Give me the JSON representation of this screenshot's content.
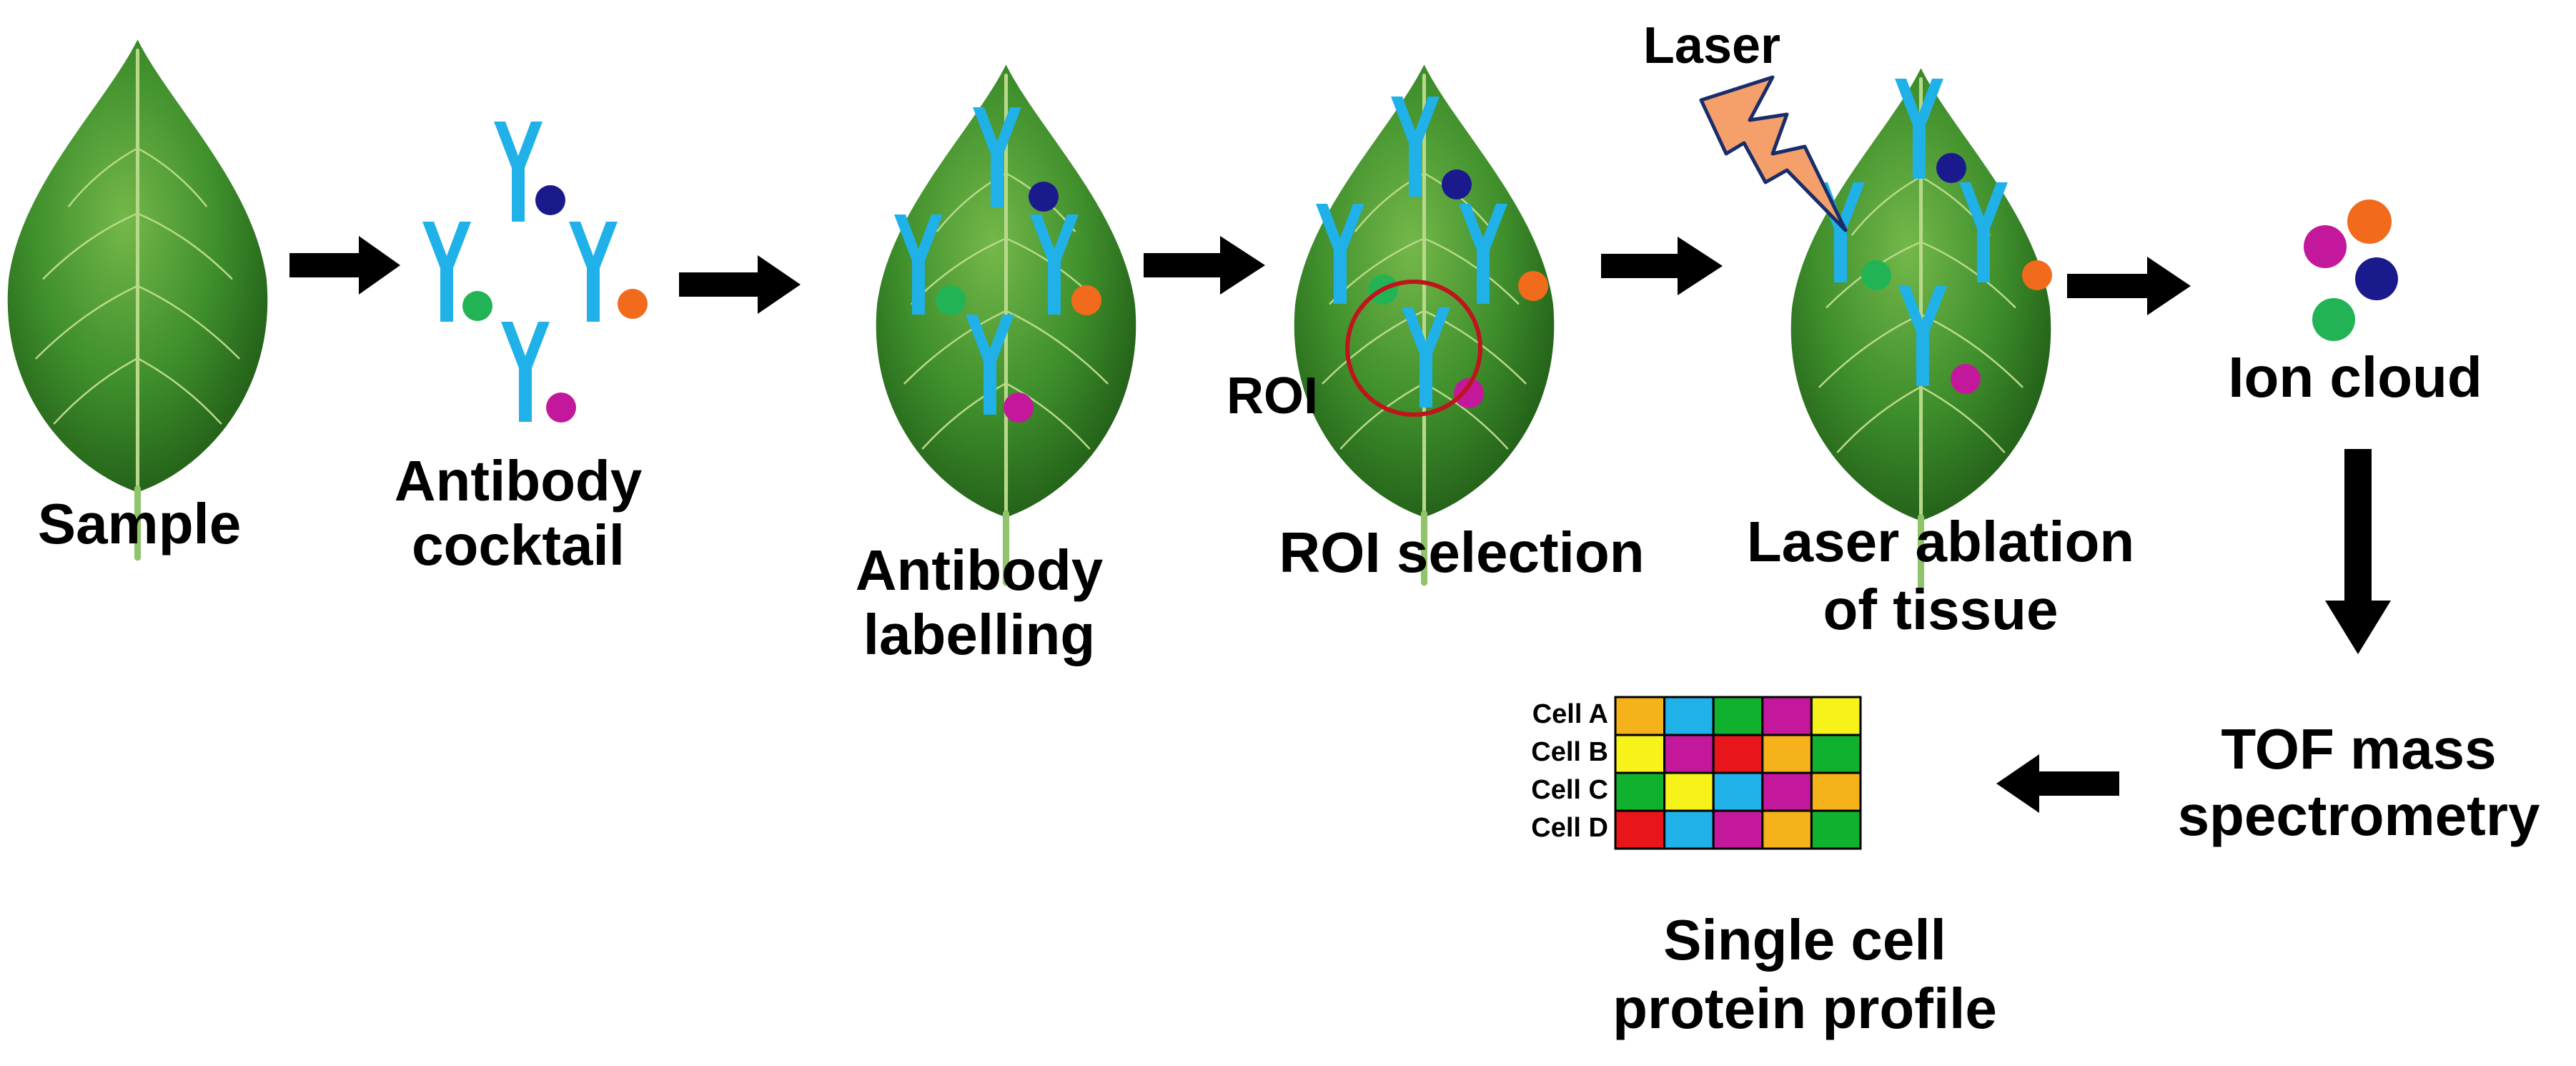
{
  "steps": {
    "sample": "Sample",
    "cocktail_line1": "Antibody",
    "cocktail_line2": "cocktail",
    "labelling_line1": "Antibody",
    "labelling_line2": "labelling",
    "roi_selection": "ROI selection",
    "ablation_line1": "Laser ablation",
    "ablation_line2": "of tissue",
    "ion_cloud": "Ion cloud",
    "tof_line1": "TOF mass",
    "tof_line2": "spectrometry",
    "profile_line1": "Single cell",
    "profile_line2": "protein profile"
  },
  "annotations": {
    "roi": "ROI",
    "laser": "Laser"
  },
  "colors": {
    "antibody": "#1fb1e8",
    "dark_blue": "#1a1a8c",
    "green": "#22b454",
    "orange": "#f26b1d",
    "magenta": "#c4189c",
    "leaf": "#3a8a2a",
    "roi_circle": "#c0141c",
    "laser_bolt": "#f5a06a"
  },
  "heatmap": {
    "rows": [
      "Cell A",
      "Cell B",
      "Cell C",
      "Cell D"
    ],
    "cells": [
      [
        "#f5b21b",
        "#1fb1e8",
        "#10b12e",
        "#c4189c",
        "#f6f21a"
      ],
      [
        "#f6f21a",
        "#c4189c",
        "#e8151b",
        "#f5b21b",
        "#10b12e"
      ],
      [
        "#10b12e",
        "#f6f21a",
        "#1fb1e8",
        "#c4189c",
        "#f5b21b"
      ],
      [
        "#e8151b",
        "#1fb1e8",
        "#c4189c",
        "#f5b21b",
        "#10b12e"
      ]
    ]
  }
}
